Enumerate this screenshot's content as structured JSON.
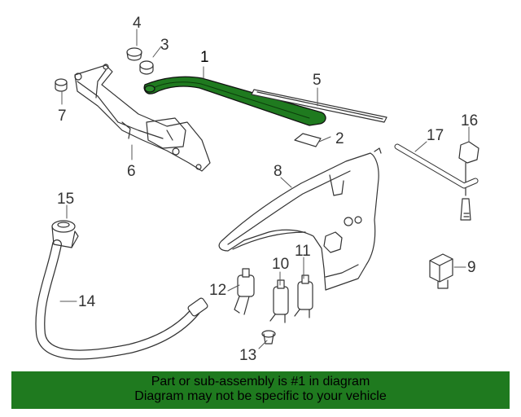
{
  "callouts": {
    "c1": "1",
    "c2": "2",
    "c3": "3",
    "c4": "4",
    "c5": "5",
    "c6": "6",
    "c7": "7",
    "c8": "8",
    "c9": "9",
    "c10": "10",
    "c11": "11",
    "c12": "12",
    "c13": "13",
    "c14": "14",
    "c15": "15",
    "c16": "16",
    "c17": "17"
  },
  "banner": {
    "line1": "Part or sub-assembly is #1 in diagram",
    "line2": "Diagram may not be specific to your vehicle"
  },
  "colors": {
    "highlight_part": "#1f7a1f",
    "banner_background": "#1f7a1f",
    "line_art": "#333333"
  }
}
